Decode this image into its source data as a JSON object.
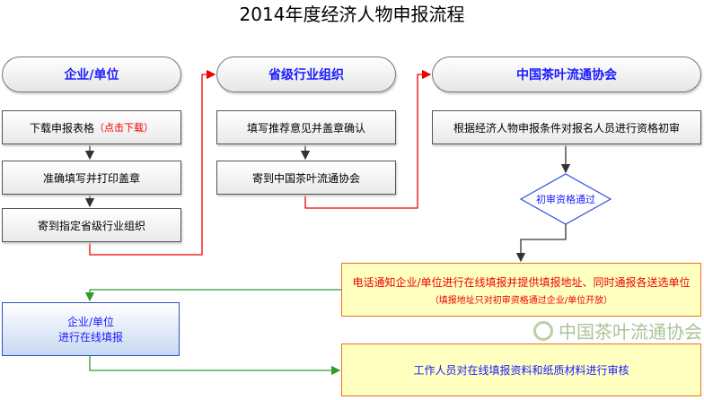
{
  "title": "2014年度经济人物申报流程",
  "lanes": [
    "企业/单位",
    "省级行业组织",
    "中国茶叶流通协会"
  ],
  "enterprise": {
    "step1": "下载申报表格",
    "step1_link": "（点击下载）",
    "step2": "准确填写并打印盖章",
    "step3": "寄到指定省级行业组织"
  },
  "province": {
    "step1": "填写推荐意见并盖章确认",
    "step2": "寄到中国茶叶流通协会"
  },
  "association": {
    "step1": "根据经济人物申报条件对报名人员进行资格初审",
    "decision": "初审资格通过"
  },
  "notify": {
    "main": "电话通知企业/单位进行在线填报并提供填报地址、同时通报各送选单位",
    "note": "（填报地址只对初审资格通过企业/单位开放）"
  },
  "online": {
    "line1": "企业/单位",
    "line2": "进行在线填报"
  },
  "review": "工作人员对在线填报资料和纸质材料进行审核",
  "watermark": "中国茶叶流通协会"
}
